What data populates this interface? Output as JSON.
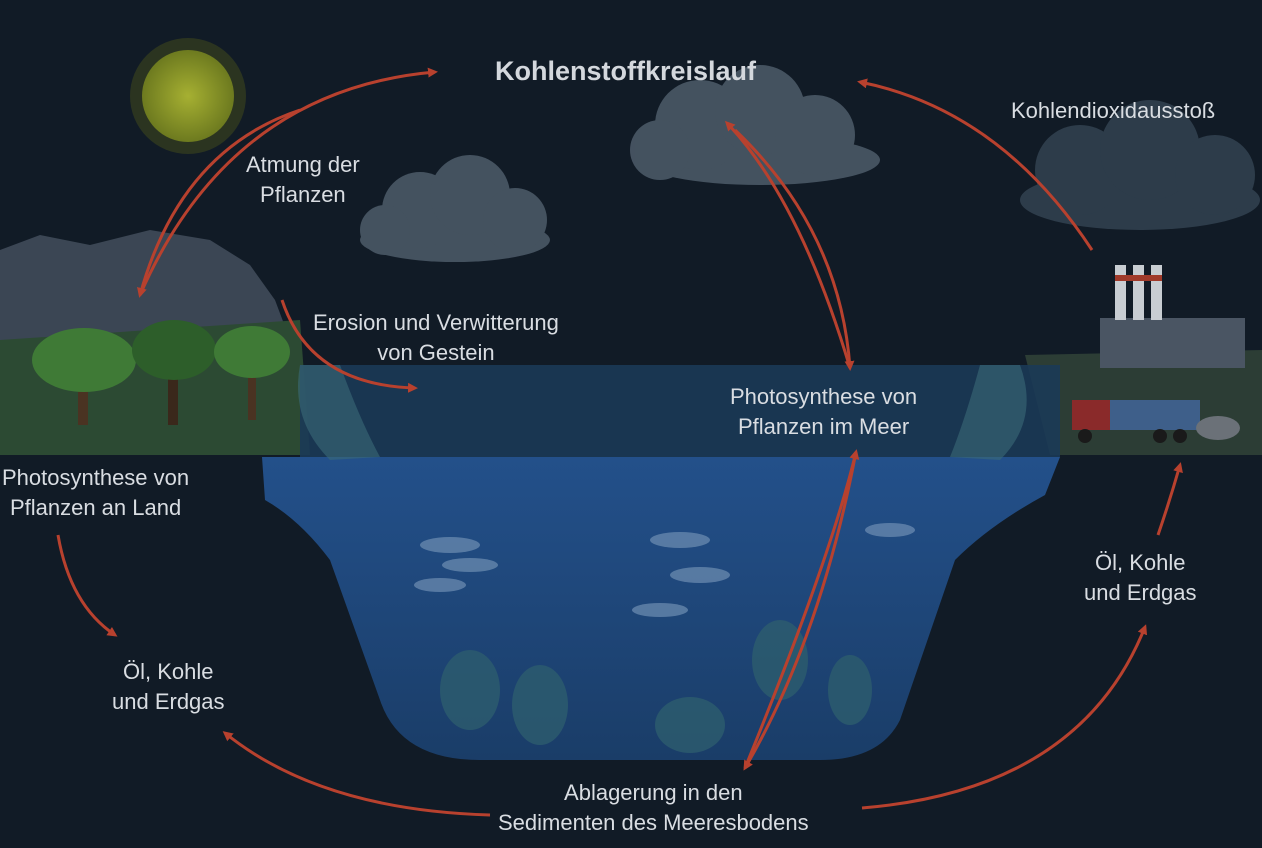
{
  "title": "Kohlenstoffkreislauf",
  "labels": {
    "emission": "Kohlendioxidausstoß",
    "respiration_l1": "Atmung der",
    "respiration_l2": "Pflanzen",
    "erosion_l1": "Erosion und Verwitterung",
    "erosion_l2": "von Gestein",
    "ps_sea_l1": "Photosynthese von",
    "ps_sea_l2": "Pflanzen im Meer",
    "ps_land_l1": "Photosynthese von",
    "ps_land_l2": "Pflanzen an Land",
    "fossil_left_l1": "Öl, Kohle",
    "fossil_left_l2": "und Erdgas",
    "fossil_right_l1": "Öl, Kohle",
    "fossil_right_l2": "und Erdgas",
    "sediment_l1": "Ablagerung in den",
    "sediment_l2": "Sedimenten des Meeresbodens"
  },
  "colors": {
    "background": "#111b26",
    "arrow": "#b8412e",
    "water": "#1f4a78",
    "cloud": "#4a5866",
    "sun": "#8f9a2a",
    "land": "#2f5a35"
  },
  "icons": [
    "sun-icon",
    "cloud-icon",
    "tree-icon",
    "factory-icon",
    "truck-icon",
    "fish-icon",
    "rock-icon"
  ]
}
